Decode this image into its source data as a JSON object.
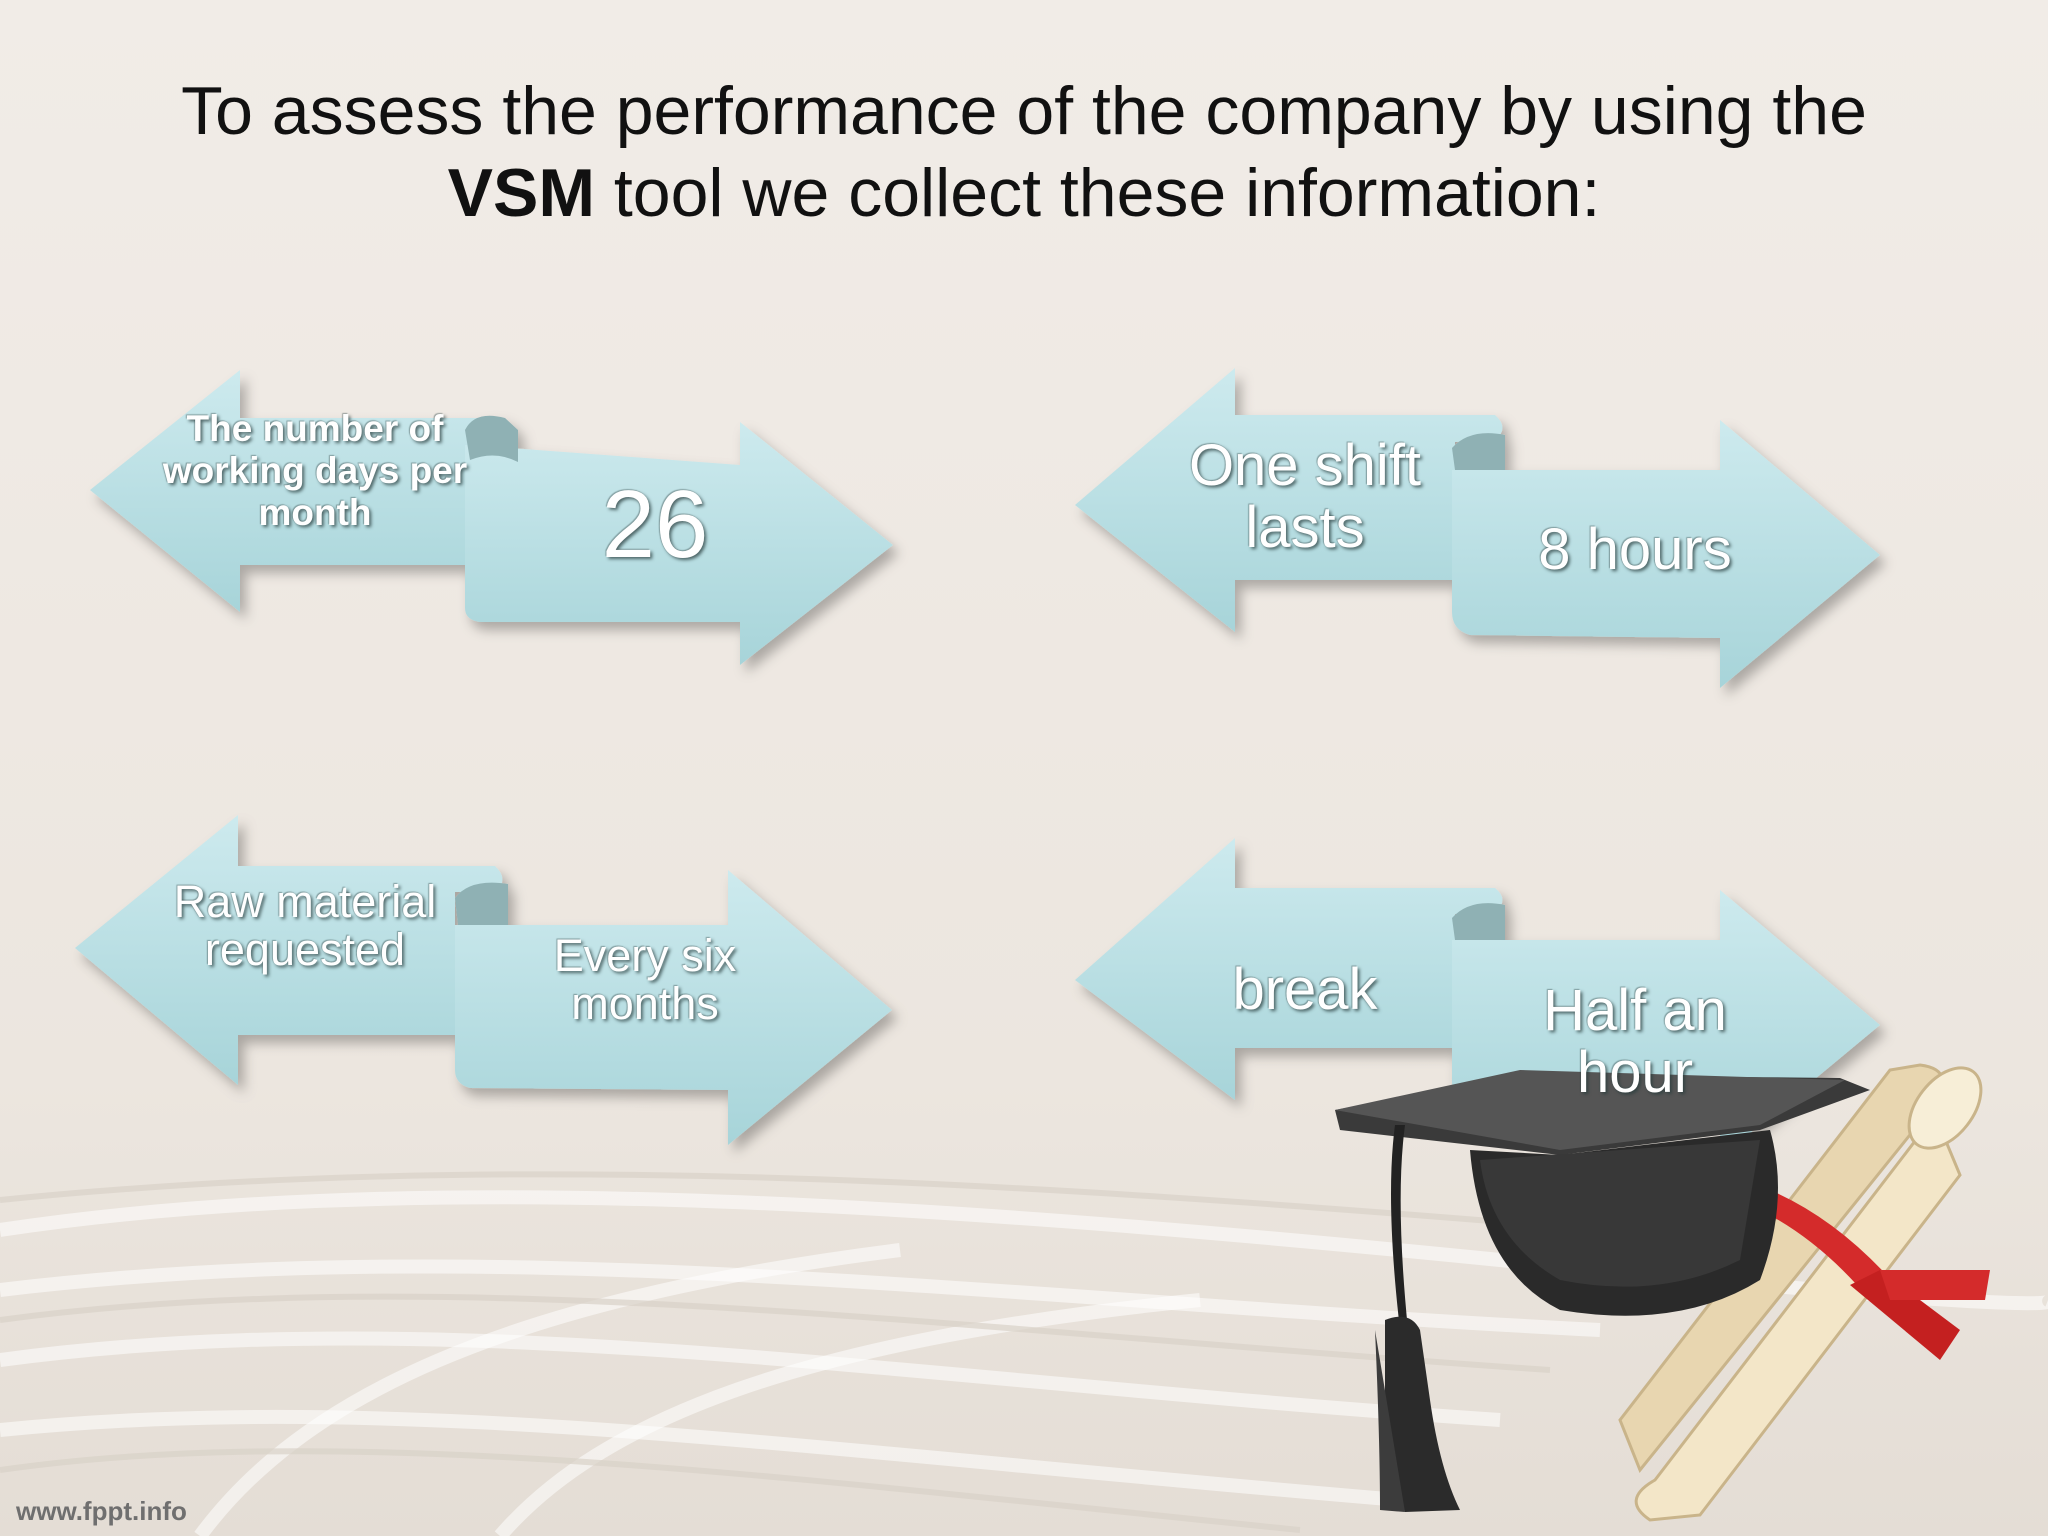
{
  "title": {
    "line1": "To assess the performance of the company by using the",
    "line2_bold": "VSM",
    "line2_rest": " tool we collect these information:"
  },
  "pairs": [
    {
      "label": "The number of working days per month",
      "value": "26"
    },
    {
      "label": "One shift lasts",
      "value": "8 hours"
    },
    {
      "label": "Raw material requested",
      "value": "Every six months"
    },
    {
      "label": "break",
      "value": "Half an hour"
    }
  ],
  "footer": "www.fppt.info",
  "colors": {
    "arrow_fill": "#b6dee3",
    "arrow_fill_light": "#cdeaee",
    "arrow_fold": "#8fb1b4",
    "background": "#efe9e3",
    "title_text": "#111111"
  }
}
